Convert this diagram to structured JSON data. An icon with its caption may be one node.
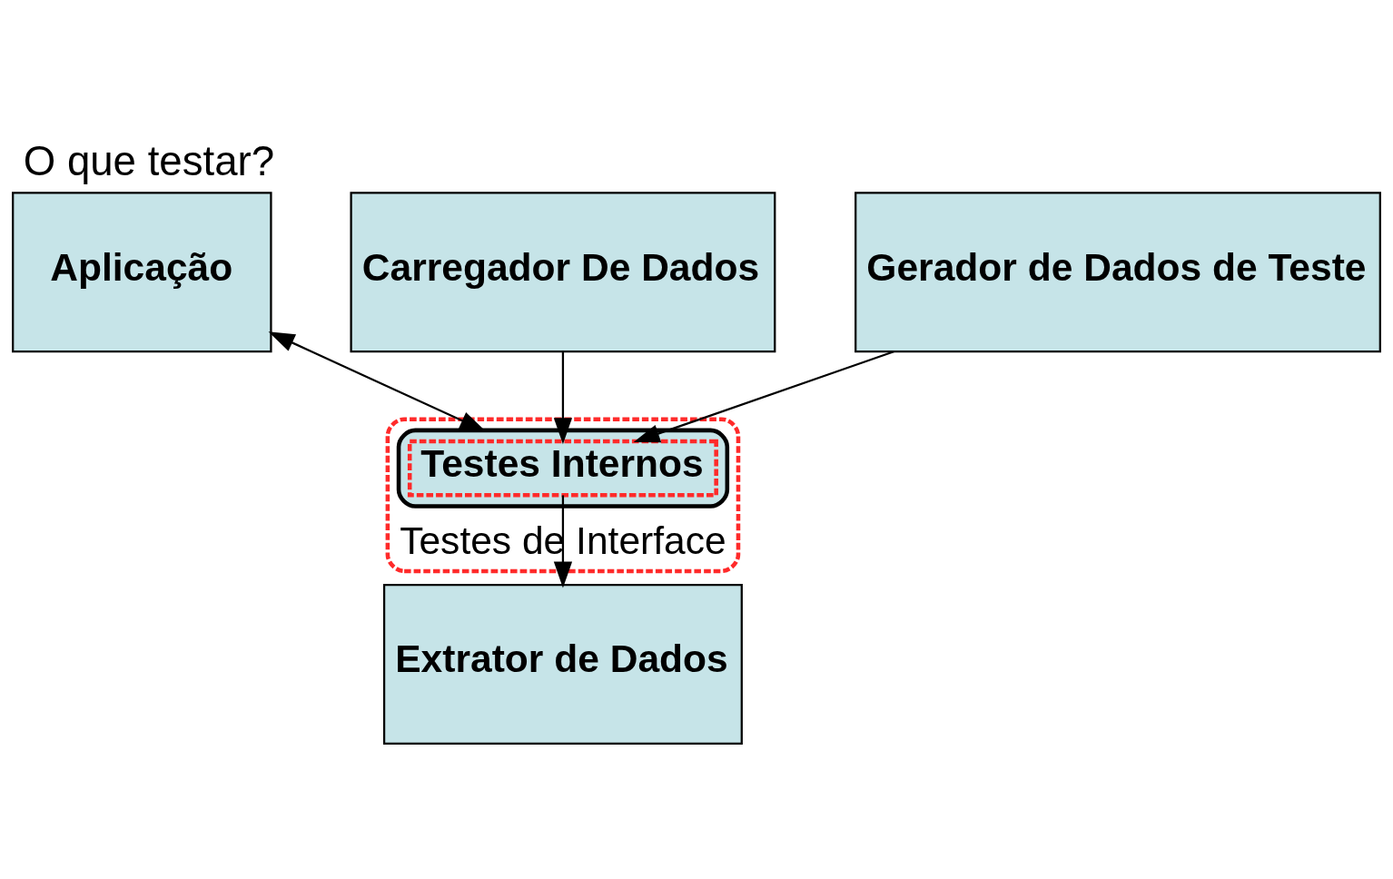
{
  "diagram": {
    "title": "O que testar?",
    "nodes": [
      {
        "text": [
          "Aplicação"
        ]
      },
      {
        "text": [
          "Carregador De Dados"
        ]
      },
      {
        "text": [
          "Testes de Interface"
        ]
      },
      {
        "text": [],
        "shape": "cylinder",
        "in": 2
      },
      {
        "text": [
          "Testes Internos"
        ],
        "in": 3
      },
      {
        "text": [
          "Gerador de Dados de Teste"
        ]
      },
      {
        "text": [
          "Extrator de Dados"
        ]
      }
    ],
    "edges": [
      {
        "from": 0,
        "to": 3,
        "arrow": "both"
      },
      {
        "from": 1,
        "to": 4,
        "arrow": "to"
      },
      {
        "from": 5,
        "to": 4,
        "arrow": "to"
      },
      {
        "from": 4,
        "to": 6,
        "arrow": "to"
      }
    ]
  }
}
